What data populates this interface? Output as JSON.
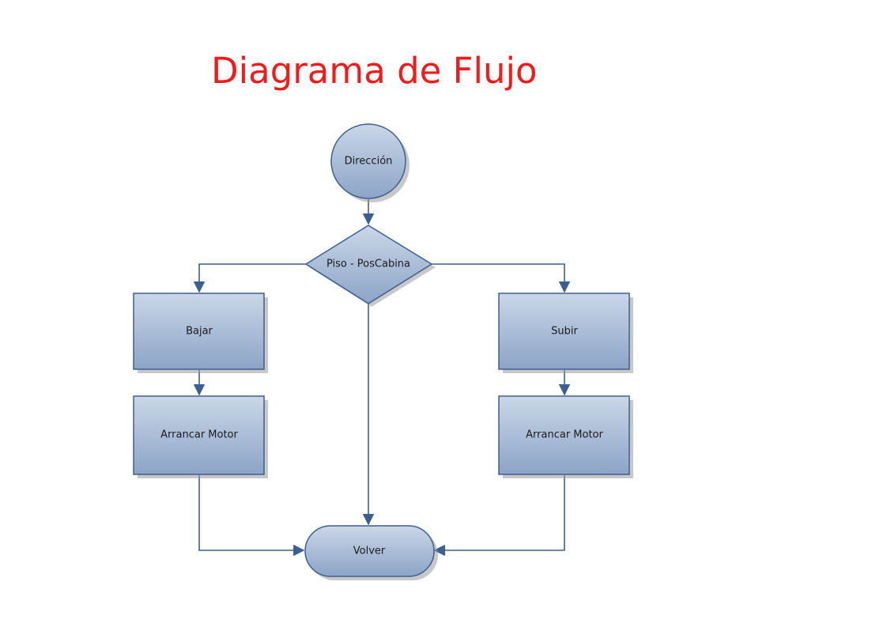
{
  "title": "Diagrama de Flujo",
  "colors": {
    "title": "#ee1c1c",
    "node_fill_light": "#cad7e8",
    "node_fill_dark": "#8ca4c7",
    "node_stroke": "#3c5f91",
    "connector": "#3c5f91",
    "shadow": "#9a9a9a"
  },
  "flowchart": {
    "start": "Dirección",
    "decision": "Piso - PosCabina",
    "left_action": "Bajar",
    "left_motor": "Arrancar Motor",
    "right_action": "Subir",
    "right_motor": "Arrancar Motor",
    "end": "Volver"
  }
}
